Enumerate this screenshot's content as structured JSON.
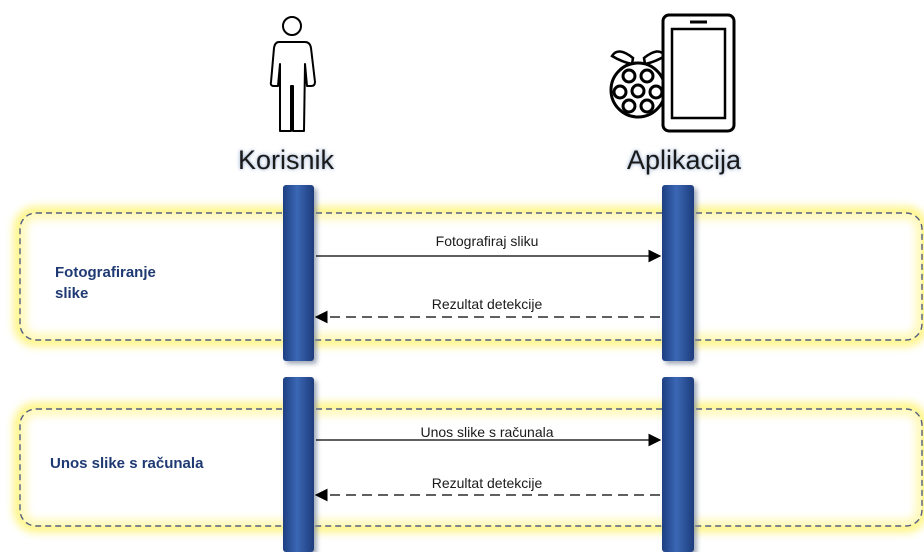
{
  "actors": [
    {
      "label": "Korisnik",
      "icon": "person-icon"
    },
    {
      "label": "Aplikacija",
      "icon": "phone-icon",
      "badge_icon": "raspberry-pi-icon"
    }
  ],
  "groups": [
    {
      "label": "Fotografiranje slike",
      "messages": [
        {
          "text": "Fotografiraj sliku",
          "from": 0,
          "to": 1,
          "style": "solid"
        },
        {
          "text": "Rezultat detekcije",
          "from": 1,
          "to": 0,
          "style": "dashed"
        }
      ]
    },
    {
      "label": "Unos slike s računala",
      "messages": [
        {
          "text": "Unos slike s računala",
          "from": 0,
          "to": 1,
          "style": "solid"
        },
        {
          "text": "Rezultat detekcije",
          "from": 1,
          "to": 0,
          "style": "dashed"
        }
      ]
    }
  ],
  "colors": {
    "lifeline_bar": "#2d56a0",
    "group_glow": "#fff36a",
    "group_border": "#556080",
    "group_label": "#1f3a73"
  }
}
